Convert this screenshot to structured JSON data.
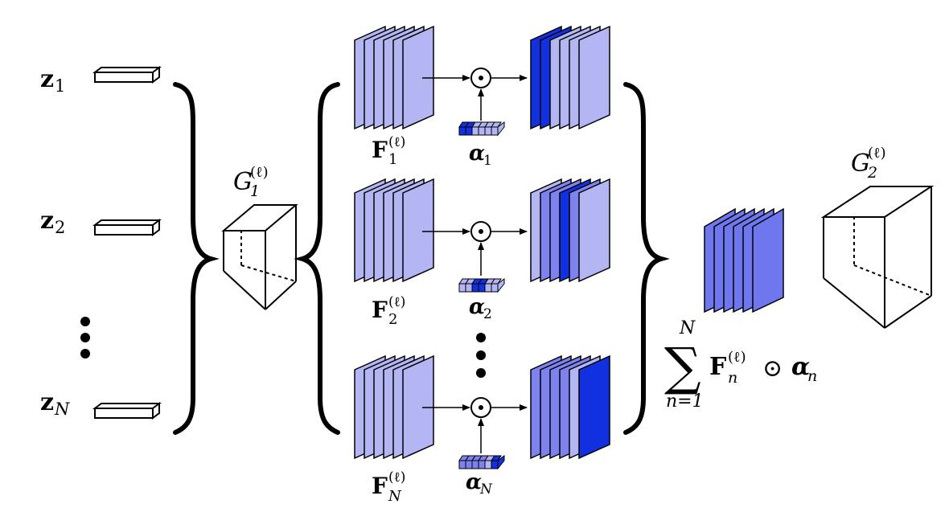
{
  "colors": {
    "light_feature": "#b3b6f3",
    "mid_feature": "#7d82ee",
    "strong_feature": "#1130df",
    "sum_feature": "#6e77ee",
    "stroke": "#000000"
  },
  "latents": {
    "z1": {
      "base": "z",
      "sub": "1"
    },
    "z2": {
      "base": "z",
      "sub": "2"
    },
    "zN": {
      "base": "z",
      "sub": "N"
    },
    "dots": "⋮"
  },
  "generator1": {
    "base": "G",
    "sub": "1",
    "sup": "(ℓ)"
  },
  "generator2": {
    "base": "G",
    "sub": "2",
    "sup": "(ℓ)"
  },
  "features": {
    "f1": {
      "base": "F",
      "sub": "1",
      "sup": "(ℓ)"
    },
    "f2": {
      "base": "F",
      "sub": "2",
      "sup": "(ℓ)"
    },
    "fN": {
      "base": "F",
      "sub": "N",
      "sup": "(ℓ)"
    }
  },
  "alphas": {
    "a1": {
      "base": "α",
      "sub": "1"
    },
    "a2": {
      "base": "α",
      "sub": "2"
    },
    "aN": {
      "base": "α",
      "sub": "N"
    },
    "dots": "⋮"
  },
  "hadamard_symbol": "⊙",
  "sum_formula": {
    "sigma": "∑",
    "upper": "N",
    "lower": "n=1",
    "feature_base": "F",
    "feature_sub": "n",
    "feature_sup": "(ℓ)",
    "op": "⊙",
    "alpha_base": "α",
    "alpha_sub": "n"
  }
}
